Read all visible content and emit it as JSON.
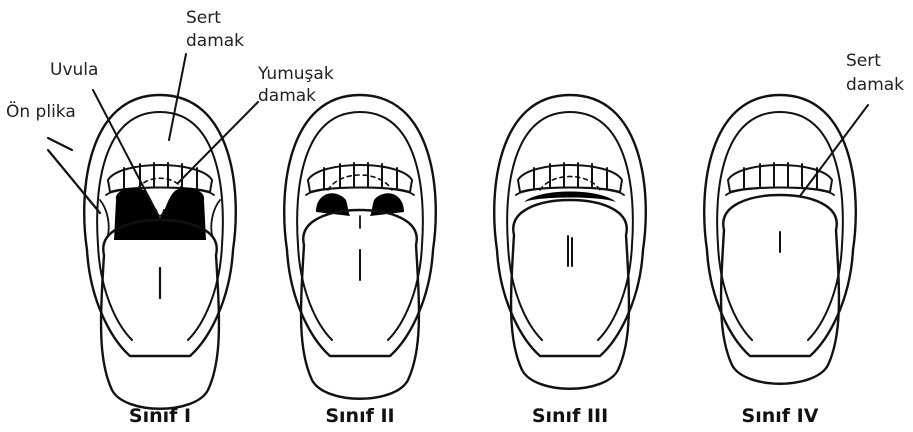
{
  "labels": {
    "sert_damak_1": [
      "Sert",
      "damak"
    ],
    "uvula": "Uvula",
    "yumusak_damak": [
      "Yumuşak",
      "damak"
    ],
    "on_plika": "Ön plika",
    "sert_damak_4": [
      "Sert",
      "damak"
    ]
  },
  "classes": [
    {
      "caption": "Sınıf I"
    },
    {
      "caption": "Sınıf II"
    },
    {
      "caption": "Sınıf III"
    },
    {
      "caption": "Sınıf IV"
    }
  ]
}
